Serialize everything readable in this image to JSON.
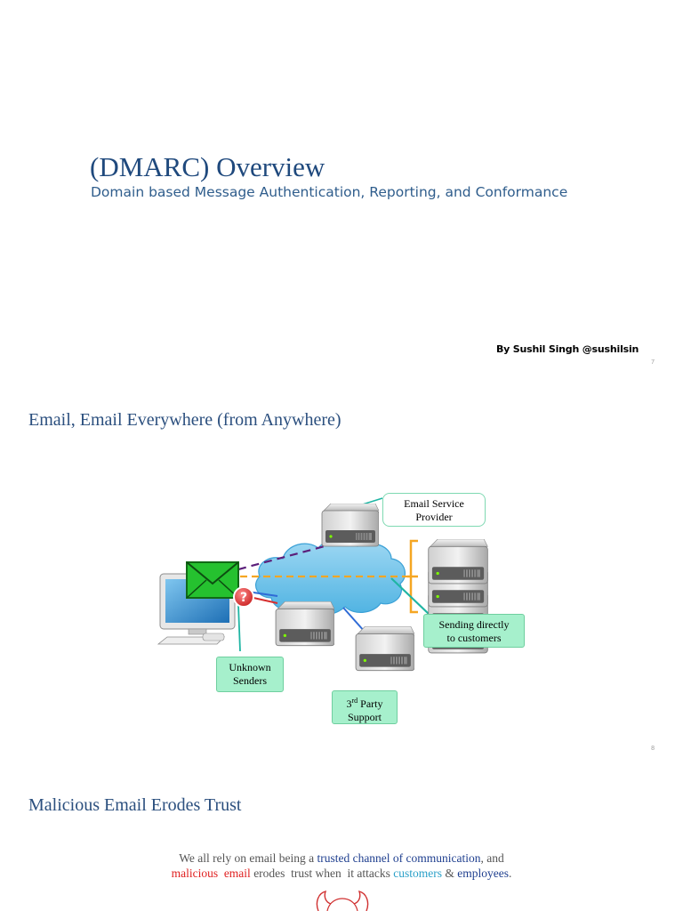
{
  "slides": [
    {
      "title": "(DMARC) Overview",
      "subtitle": "Domain based Message Authentication, Reporting, and Conformance",
      "author": "By Sushil Singh @sushilsin",
      "page_number": "7"
    },
    {
      "title": "Email, Email Everywhere  (from Anywhere)",
      "page_number": "8",
      "callouts": {
        "esp_line1": "Email Service",
        "esp_line2": "Provider",
        "direct_line1": "Sending directly",
        "direct_line2": "to customers",
        "unknown_line1": "Unknown",
        "unknown_line2": "Senders",
        "third_party_prefix": "3",
        "third_party_sup": "rd",
        "third_party_rest": " Party",
        "third_party_line2": "Support"
      },
      "icons": {
        "question_mark": "?"
      }
    },
    {
      "title": "Malicious Email Erodes Trust",
      "body": {
        "line1_a": "We all rely on email being a ",
        "line1_b": "trusted channel of communication",
        "line1_c": ", and",
        "line2_a": "malicious  email",
        "line2_b": " erodes  trust when  it attacks ",
        "line2_c": "customers",
        "line2_d": " & ",
        "line2_e": "employees",
        "line2_f": "."
      }
    }
  ],
  "colors": {
    "title_blue": "#1f497d",
    "callout_green": "#a6f0cc",
    "accent_red": "#e02020",
    "accent_navy": "#1f3f8f",
    "accent_cyan": "#2aa0c8"
  }
}
